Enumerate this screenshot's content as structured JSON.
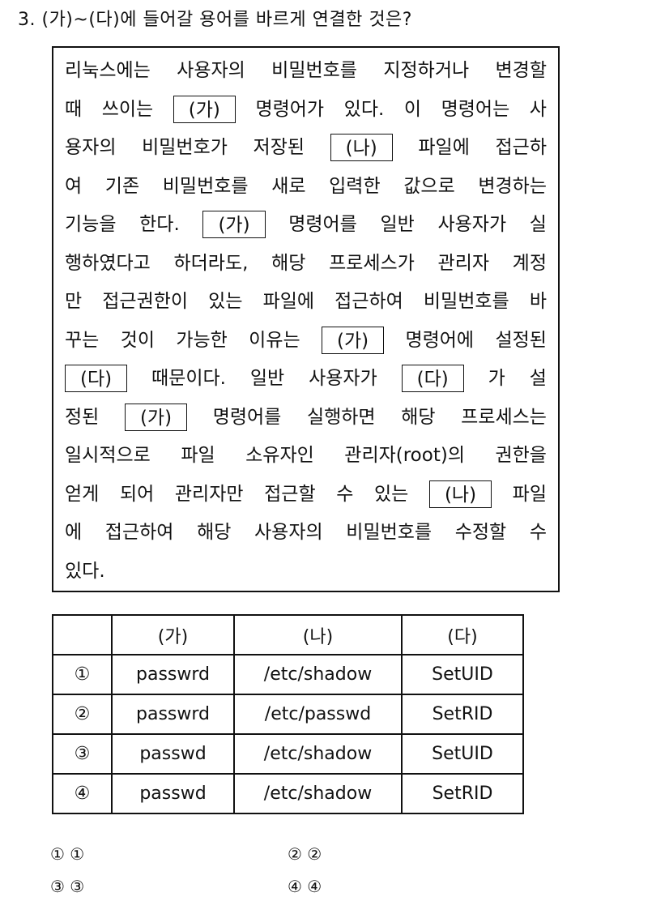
{
  "question": {
    "text": "3. (가)~(다)에 들어갈 용어를 바르게 연결한 것은?"
  },
  "passage": {
    "lines": [
      [
        "리눅스에는",
        "사용자의",
        "비밀번호를",
        "지정하거나",
        "변경할"
      ],
      [
        "때",
        "쓰이는",
        "[가]",
        "명령어가",
        "있다.",
        "이",
        "명령어는",
        "사"
      ],
      [
        "용자의",
        "비밀번호가",
        "저장된",
        "[나]",
        "파일에",
        "접근하"
      ],
      [
        "여",
        "기존",
        "비밀번호를",
        "새로",
        "입력한",
        "값으로",
        "변경하는"
      ],
      [
        "기능을",
        "한다.",
        "[가]",
        "명령어를",
        "일반",
        "사용자가",
        "실"
      ],
      [
        "행하였다고",
        "하더라도,",
        "해당",
        "프로세스가",
        "관리자",
        "계정"
      ],
      [
        "만",
        "접근권한이",
        "있는",
        "파일에",
        "접근하여",
        "비밀번호를",
        "바"
      ],
      [
        "꾸는",
        "것이",
        "가능한",
        "이유는",
        "[가]",
        "명령어에",
        "설정된"
      ],
      [
        "[다]",
        "때문이다.",
        "일반",
        "사용자가",
        "[다]",
        "가",
        "설"
      ],
      [
        "정된",
        "[가]",
        "명령어를",
        "실행하면",
        "해당",
        "프로세스는"
      ],
      [
        "일시적으로",
        "파일",
        "소유자인",
        "관리자(root)의",
        "권한을"
      ],
      [
        "얻게",
        "되어",
        "관리자만",
        "접근할",
        "수",
        "있는",
        "[나]",
        "파일"
      ],
      [
        "에",
        "접근하여",
        "해당",
        "사용자의",
        "비밀번호를",
        "수정할",
        "수"
      ],
      [
        "있다."
      ]
    ],
    "blanks": {
      "ga": "(가)",
      "na": "(나)",
      "da": "(다)"
    }
  },
  "table": {
    "headers": [
      "",
      "(가)",
      "(나)",
      "(다)"
    ],
    "rows": [
      [
        "①",
        "passwrd",
        "/etc/shadow",
        "SetUID"
      ],
      [
        "②",
        "passwrd",
        "/etc/passwd",
        "SetRID"
      ],
      [
        "③",
        "passwd",
        "/etc/shadow",
        "SetUID"
      ],
      [
        "④",
        "passwd",
        "/etc/shadow",
        "SetRID"
      ]
    ]
  },
  "answers": [
    {
      "marker": "①",
      "value": "①"
    },
    {
      "marker": "②",
      "value": "②"
    },
    {
      "marker": "③",
      "value": "③"
    },
    {
      "marker": "④",
      "value": "④"
    }
  ]
}
